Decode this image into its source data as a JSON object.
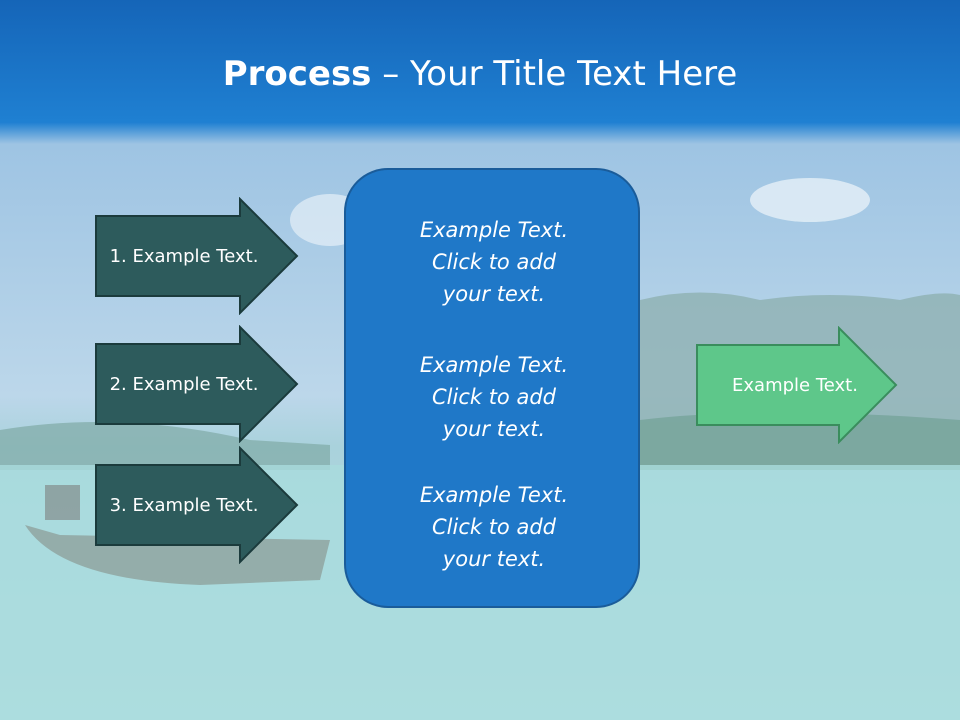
{
  "title": {
    "bold": "Process",
    "rest": " – Your Title Text Here"
  },
  "steps": [
    {
      "label": "1. Example Text."
    },
    {
      "label": "2. Example Text."
    },
    {
      "label": "3. Example Text."
    }
  ],
  "center": {
    "blocks": [
      [
        "Example Text.",
        "Click  to add",
        "your text."
      ],
      [
        "Example Text.",
        "Click  to add",
        "your text."
      ],
      [
        "Example Text.",
        "Click  to add",
        "your text."
      ]
    ]
  },
  "output": {
    "label": "Example Text."
  },
  "colors": {
    "step_arrow_fill": "#2d5b5c",
    "step_arrow_stroke": "#1b3b3c",
    "center_fill": "#1f78c8",
    "output_fill": "#5ec78a",
    "output_stroke": "#3a8d5d",
    "header_blue": "#1a6fc4"
  }
}
